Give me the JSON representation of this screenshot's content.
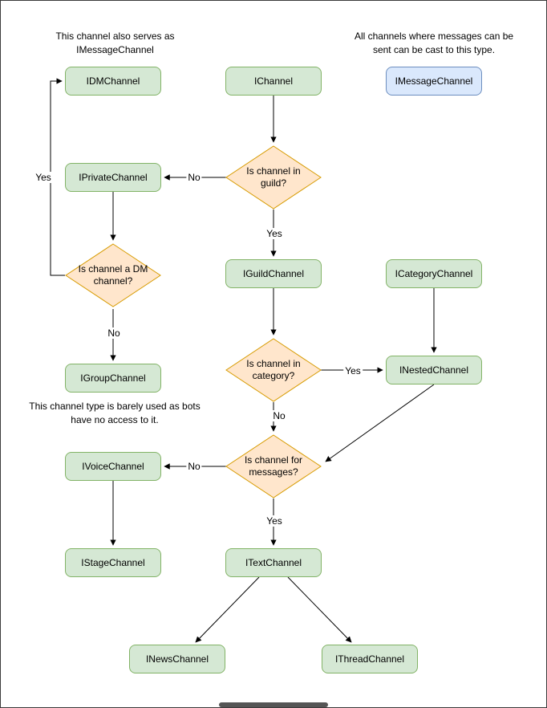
{
  "diagram": {
    "annotations": {
      "dm_note": "This channel also serves as IMessageChannel",
      "message_note": "All channels where messages can be sent can be cast to this type.",
      "group_note": "This channel type is barely used as bots have no access to it."
    },
    "nodes": {
      "idmchannel": "IDMChannel",
      "ichannel": "IChannel",
      "imessagechannel": "IMessageChannel",
      "iprivatechannel": "IPrivateChannel",
      "iguildchannel": "IGuildChannel",
      "icategorychannel": "ICategoryChannel",
      "igroupchannel": "IGroupChannel",
      "inestedchannel": "INestedChannel",
      "ivoicechannel": "IVoiceChannel",
      "istagechannel": "IStageChannel",
      "itextchannel": "ITextChannel",
      "inewschannel": "INewsChannel",
      "ithreadchannel": "IThreadChannel"
    },
    "decisions": {
      "in_guild": "Is channel in guild?",
      "is_dm": "Is channel a DM channel?",
      "in_category": "Is channel in category?",
      "for_messages": "Is channel for messages?"
    },
    "edge_labels": {
      "guild_no": "No",
      "guild_yes": "Yes",
      "dm_yes": "Yes",
      "dm_no": "No",
      "category_yes": "Yes",
      "category_no": "No",
      "messages_no": "No",
      "messages_yes": "Yes"
    },
    "colors": {
      "interface_fill": "#d5e8d4",
      "interface_border": "#82b366",
      "decision_fill": "#ffe6cc",
      "decision_border": "#d79b00",
      "message_fill": "#dae8fc",
      "message_border": "#6c8ebf",
      "edge_color": "#000000"
    }
  }
}
